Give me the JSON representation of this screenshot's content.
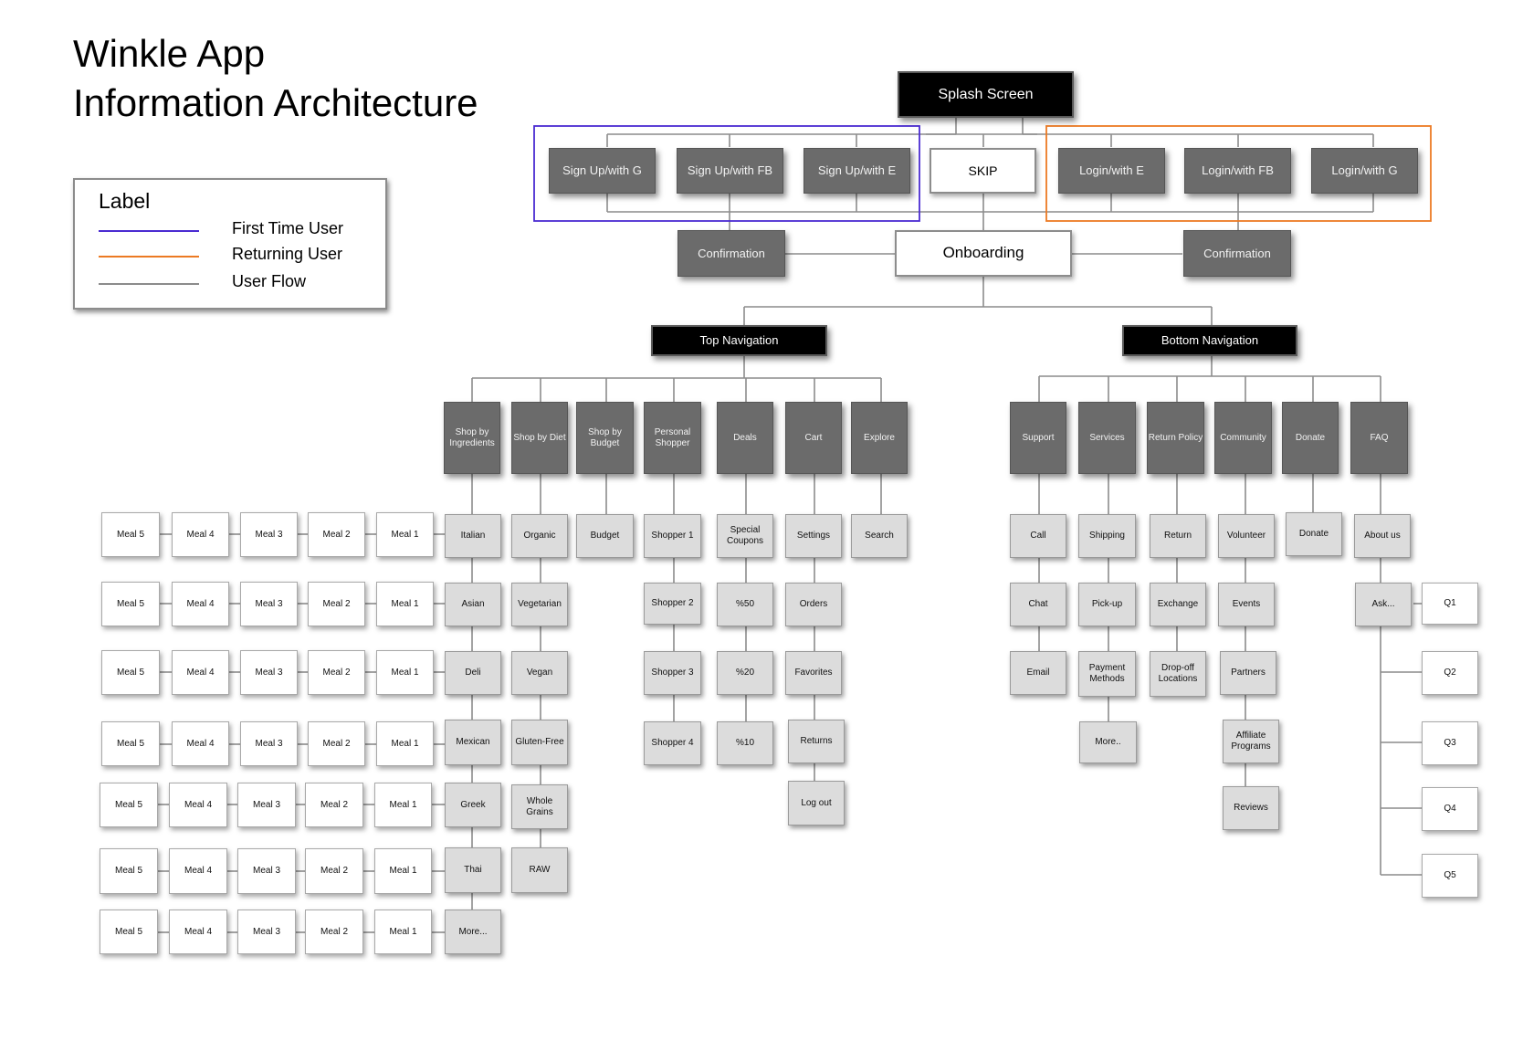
{
  "title": {
    "line1": "Winkle App",
    "line2": "Information Architecture"
  },
  "legend": {
    "label": "Label",
    "items": [
      {
        "text": "First Time User",
        "color": "#4a2bd1"
      },
      {
        "text": "Returning User",
        "color": "#ec7a23"
      },
      {
        "text": "User Flow",
        "color": "#8c8c8c"
      }
    ]
  },
  "colors": {
    "first_time_user": "#4a2bd1",
    "returning_user": "#ec7a23",
    "user_flow": "#8c8c8c",
    "node_dark": "#6b6b6b",
    "node_light": "#dcdcdc",
    "node_black": "#000000"
  },
  "nodes": {
    "splash": "Splash Screen",
    "signup_g": "Sign Up/with G",
    "signup_fb": "Sign Up/with FB",
    "signup_e": "Sign Up/with E",
    "skip": "SKIP",
    "login_e": "Login/with E",
    "login_fb": "Login/with FB",
    "login_g": "Login/with G",
    "confirm_left": "Confirmation",
    "onboarding": "Onboarding",
    "confirm_right": "Confirmation",
    "top_nav": "Top Navigation",
    "bottom_nav": "Bottom Navigation",
    "top_shop_ingredients": "Shop by Ingredients",
    "top_shop_diet": "Shop by Diet",
    "top_shop_budget": "Shop by Budget",
    "top_personal_shopper": "Personal Shopper",
    "top_deals": "Deals",
    "top_cart": "Cart",
    "top_explore": "Explore",
    "bot_support": "Support",
    "bot_services": "Services",
    "bot_return_policy": "Return Policy",
    "bot_community": "Community",
    "bot_donate": "Donate",
    "bot_faq": "FAQ",
    "ing_italian": "Italian",
    "ing_asian": "Asian",
    "ing_deli": "Deli",
    "ing_mexican": "Mexican",
    "ing_greek": "Greek",
    "ing_thai": "Thai",
    "ing_more": "More...",
    "diet_organic": "Organic",
    "diet_vegetarian": "Vegetarian",
    "diet_vegan": "Vegan",
    "diet_gluten": "Gluten-Free",
    "diet_whole": "Whole Grains",
    "diet_raw": "RAW",
    "budget_budget": "Budget",
    "shopper_1": "Shopper 1",
    "shopper_2": "Shopper 2",
    "shopper_3": "Shopper 3",
    "shopper_4": "Shopper 4",
    "deals_special": "Special Coupons",
    "deals_50": "%50",
    "deals_20": "%20",
    "deals_10": "%10",
    "cart_settings": "Settings",
    "cart_orders": "Orders",
    "cart_favorites": "Favorites",
    "cart_returns": "Returns",
    "cart_logout": "Log out",
    "explore_search": "Search",
    "support_call": "Call",
    "support_chat": "Chat",
    "support_email": "Email",
    "services_shipping": "Shipping",
    "services_pickup": "Pick-up",
    "services_payment": "Payment Methods",
    "services_more": "More..",
    "return_return": "Return",
    "return_exchange": "Exchange",
    "return_dropoff": "Drop-off Locations",
    "comm_volunteer": "Volunteer",
    "comm_events": "Events",
    "comm_partners": "Partners",
    "comm_affiliate": "Affiliate Programs",
    "comm_reviews": "Reviews",
    "donate_donate": "Donate",
    "faq_about": "About us",
    "faq_ask": "Ask...",
    "faq_q1": "Q1",
    "faq_q2": "Q2",
    "faq_q3": "Q3",
    "faq_q4": "Q4",
    "faq_q5": "Q5"
  },
  "meals": [
    "Meal 1",
    "Meal 2",
    "Meal 3",
    "Meal 4",
    "Meal 5"
  ]
}
